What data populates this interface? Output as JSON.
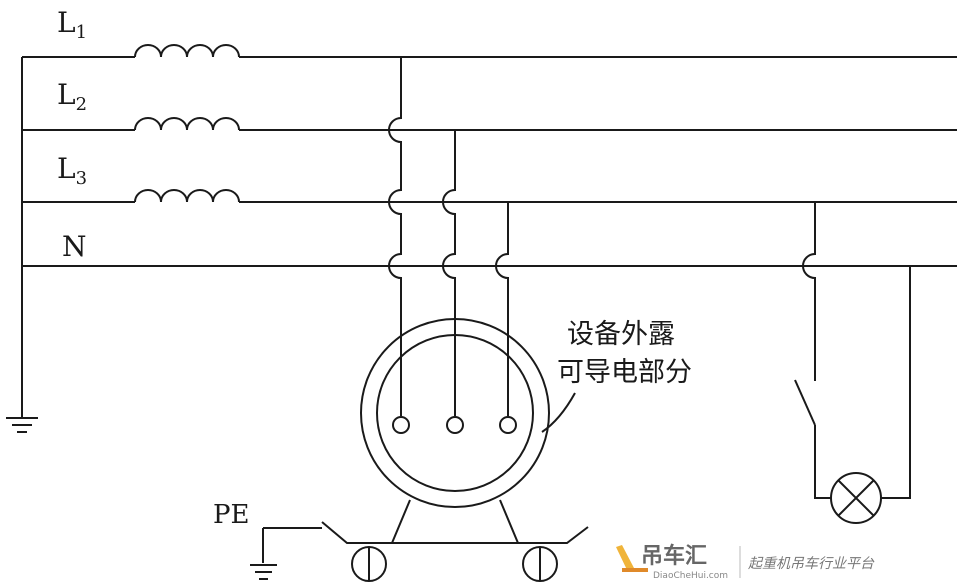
{
  "lines": {
    "l1": {
      "main": "L",
      "sub": "1"
    },
    "l2": {
      "main": "L",
      "sub": "2"
    },
    "l3": {
      "main": "L",
      "sub": "3"
    },
    "n": "N"
  },
  "pe_label": "PE",
  "annotation": {
    "line1": "设备外露",
    "line2": "可导电部分"
  },
  "watermark": {
    "brand": "吊车汇",
    "url": "DiaoCheHui.com",
    "slogan": "起重机吊车行业平台"
  }
}
